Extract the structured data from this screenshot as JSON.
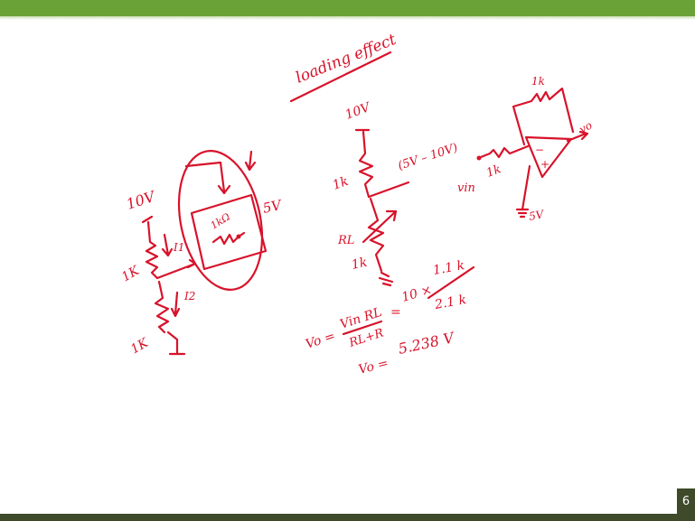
{
  "slide": {
    "page_number": "6",
    "colors": {
      "header": "#6aa237",
      "footer": "#3e4a2a",
      "ink": "#d8122a"
    }
  },
  "notes": {
    "title": "loading effect",
    "left_circuit": {
      "source": "10V",
      "r_top": "1K",
      "r_bottom": "1K",
      "current_1": "I1",
      "current_2": "I2",
      "load": "1kΩ",
      "load_voltage": "5V"
    },
    "middle_circuit": {
      "source": "10V",
      "r_top": "1k",
      "rl_label": "RL",
      "r_bottom": "1k",
      "range": "(5V – 10V)"
    },
    "right_circuit": {
      "feedback": "1k",
      "input": "vin",
      "input_r": "1k",
      "output": "vo",
      "minus": "−",
      "plus": "+",
      "ref": "5V"
    },
    "equations": {
      "vo_lhs": "Vo =",
      "numerator": "Vin RL",
      "denominator": "RL+R",
      "equals": "=",
      "mid_val": "10 ×",
      "frac_num": "1.1 k",
      "frac_den": "2.1 k",
      "result_lhs": "Vo =",
      "result": "5.238 V"
    }
  }
}
